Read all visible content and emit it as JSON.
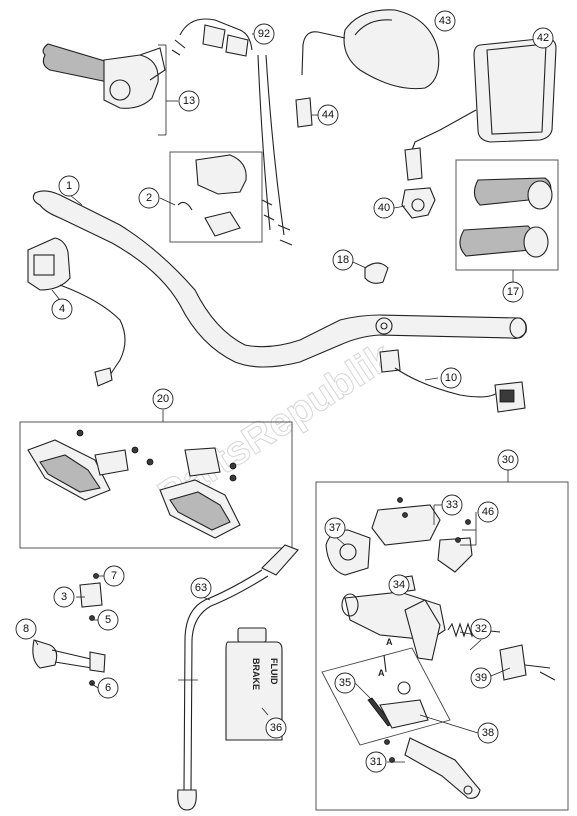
{
  "callouts": {
    "c1": "1",
    "c2": "2",
    "c3": "3",
    "c4": "4",
    "c5": "5",
    "c6": "6",
    "c7": "7",
    "c8": "8",
    "c10": "10",
    "c13": "13",
    "c17": "17",
    "c18": "18",
    "c20": "20",
    "c30": "30",
    "c31": "31",
    "c32": "32",
    "c33": "33",
    "c34": "34",
    "c35": "35",
    "c36": "36",
    "c37": "37",
    "c38": "38",
    "c39": "39",
    "c40": "40",
    "c42": "42",
    "c43": "43",
    "c44": "44",
    "c46": "46",
    "c63": "63",
    "c92": "92"
  },
  "watermark": "PartsRepublik",
  "bottle_label": {
    "line1": "BRAKE",
    "line2": "FLUID"
  },
  "small_marks": {
    "detail_a": "A",
    "detail_a2": "A"
  }
}
